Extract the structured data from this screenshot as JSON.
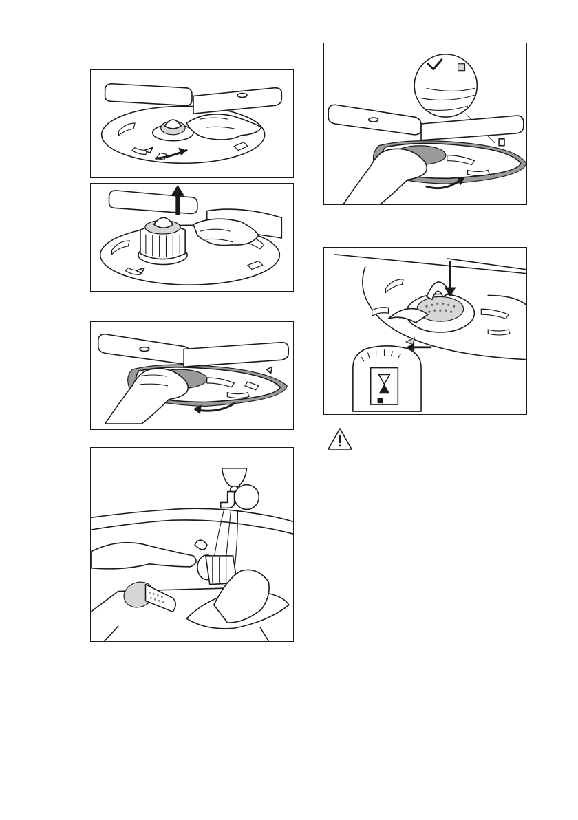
{
  "figures": [
    {
      "id": "fig1",
      "content": "step-unlock-filter-rotate"
    },
    {
      "id": "fig2",
      "content": "step-lift-filter-out"
    },
    {
      "id": "fig3",
      "content": "step-remove-flat-filter"
    },
    {
      "id": "fig4",
      "content": "step-rinse-filters-under-tap"
    },
    {
      "id": "fig5",
      "content": "step-reinstall-flat-filter-check-guide"
    },
    {
      "id": "fig6",
      "content": "step-reinsert-filter-lock"
    }
  ],
  "icons": {
    "warning": "warning-triangle-icon"
  },
  "colors": {
    "line": "#1a1a1a",
    "seal_gray": "#9a9a9a",
    "background": "#ffffff"
  }
}
